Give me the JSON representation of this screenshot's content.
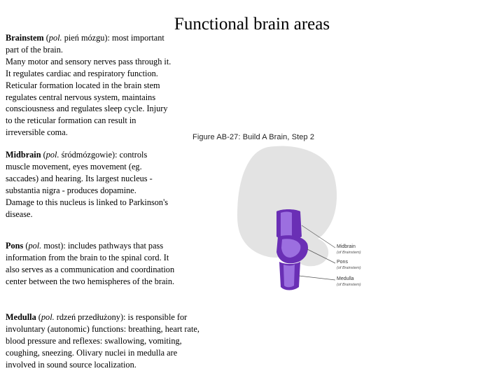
{
  "title": "Functional brain areas",
  "paragraphs": {
    "brainstem": {
      "term": "Brainstem",
      "pol_label": "pol.",
      "pol_word": "pień mózgu",
      "text_lines": [
        "Brainstem (pol. pień mózgu): most important",
        "part of the brain.",
        "Many motor and sensory nerves pass through it.",
        "It regulates cardiac and respiratory function.",
        "Reticular formation located in the brain stem",
        "regulates central nervous system, maintains",
        "consciousness and regulates sleep cycle. Injury",
        "to the reticular formation can result in",
        "irreversible coma."
      ]
    },
    "midbrain": {
      "term": "Midbrain",
      "pol_label": "pol.",
      "pol_word": "śródmózgowie",
      "text_lines": [
        "Midbrain (pol. śródmózgowie): controls",
        "muscle movement, eyes movement (eg.",
        "saccades) and hearing. Its largest nucleus -",
        "substantia nigra  - produces dopamine.",
        "Damage to this nucleus is linked to Parkinson's",
        "disease."
      ]
    },
    "pons": {
      "term": "Pons",
      "pol_label": "pol.",
      "pol_word": "most",
      "text_lines": [
        "Pons (pol. most): includes pathways that pass",
        "information from the brain to the spinal cord. It",
        "also serves as a communication and coordination",
        "center between the two hemispheres of the brain."
      ]
    },
    "medulla": {
      "term": "Medulla",
      "pol_label": "pol.",
      "pol_word": "rdzeń przedłużony",
      "text_lines": [
        "Medulla (pol. rdzeń przedłużony): is responsible for",
        "involuntary (autonomic) functions: breathing, heart rate,",
        "blood pressure and reflexes: swallowing, vomiting,",
        "coughing, sneezing. Olivary nuclei in medulla are",
        "involved in sound source localization."
      ]
    }
  },
  "figure": {
    "caption": "Figure AB-27: Build A Brain, Step 2",
    "labels": {
      "midbrain": {
        "name": "Midbrain",
        "sub": "(of Brainstem)"
      },
      "pons": {
        "name": "Pons",
        "sub": "(of Brainstem)"
      },
      "medulla": {
        "name": "Medulla",
        "sub": "(of Brainstem)"
      }
    },
    "colors": {
      "brain_gray": "#e3e3e3",
      "brainstem_purple": "#6a2fb5",
      "brainstem_highlight": "#9c6fe0",
      "leader_line": "#555555"
    }
  }
}
